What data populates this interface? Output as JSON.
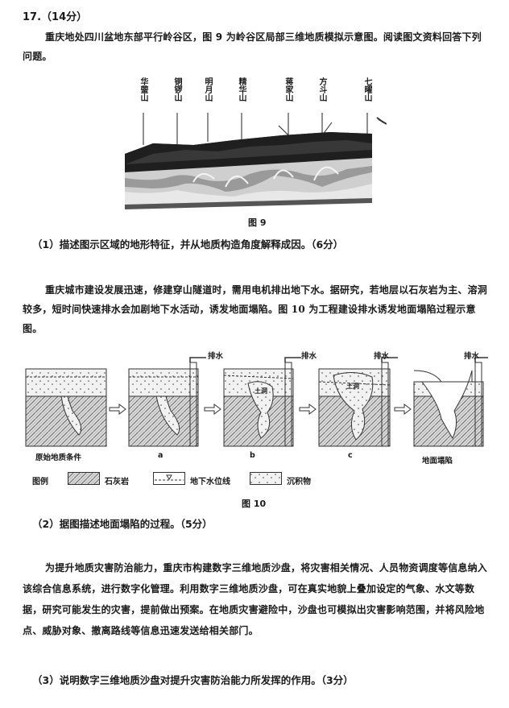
{
  "question": {
    "header": "17.（14分）",
    "intro": "重庆地处四川盆地东部平行岭谷区，图 9 为岭谷区局部三维地质模拟示意图。阅读图文资料回答下列问题。",
    "subq1": "（1）描述图示区域的地形特征，并从地质构造角度解释成因。（6分）",
    "para2": "重庆城市建设发展迅速，修建穿山隧道时，需用电机排出地下水。据研究，若地层以石灰岩为主、溶洞较多，短时间快速排水会加剧地下水活动，诱发地面塌陷。图 10 为工程建设排水诱发地面塌陷过程示意图。",
    "subq2": "（2）据图描述地面塌陷的过程。（5分）",
    "para3": "为提升地质灾害防治能力，重庆市构建数字三维地质沙盘，将灾害相关情况、人员物资调度等信息纳入该综合信息系统，进行数字化管理。利用数字三维地质沙盘，可在真实地貌上叠加设定的气象、水文等数据，研究可能发生的灾害，提前做出预案。在地质灾害避险中，沙盘也可模拟出灾害影响范围，并将风险地点、威胁对象、撤离路线等信息迅速发送给相关部门。",
    "subq3": "（3）说明数字三维地质沙盘对提升灾害防治能力所发挥的作用。（3分）"
  },
  "figure9": {
    "caption": "图 9",
    "mountains": [
      "华蓥山",
      "铜锣山",
      "明月山",
      "精华山",
      "蒋家山",
      "方斗山",
      "七曜山"
    ]
  },
  "figure10": {
    "caption": "图 10",
    "drain_label": "排水",
    "soil_label": "土洞",
    "stage_labels": [
      "原始地质条件",
      "a",
      "b",
      "c",
      "地面塌陷"
    ],
    "legend": {
      "title": "图例",
      "items": [
        "石灰岩",
        "地下水位线",
        "沉积物"
      ]
    }
  }
}
